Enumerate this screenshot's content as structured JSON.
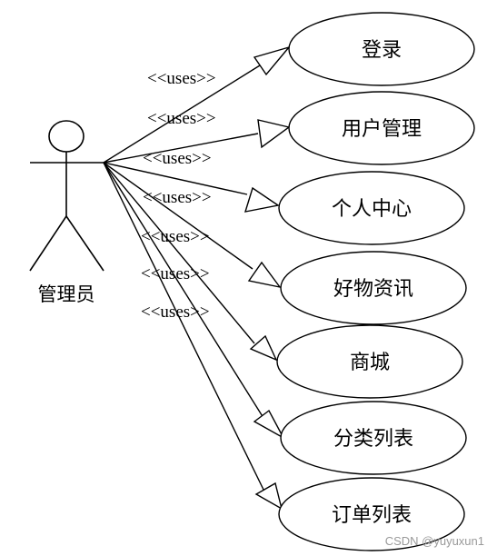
{
  "actor": {
    "name": "管理员"
  },
  "relationship_label": "<<uses>>",
  "use_cases": [
    {
      "label": "登录"
    },
    {
      "label": "用户管理"
    },
    {
      "label": "个人中心"
    },
    {
      "label": "好物资讯"
    },
    {
      "label": "商城"
    },
    {
      "label": "分类列表"
    },
    {
      "label": "订单列表"
    }
  ],
  "watermark": "CSDN @yuyuxun1"
}
